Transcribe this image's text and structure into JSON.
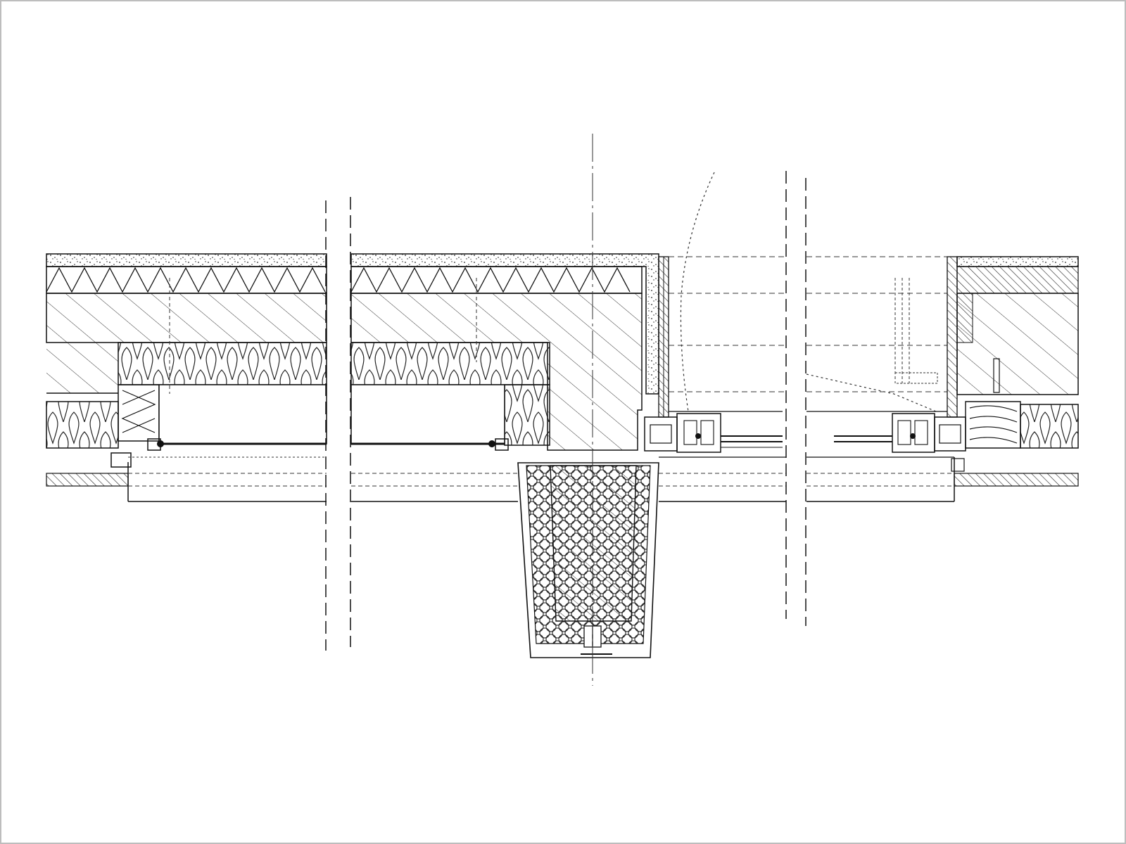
{
  "drawing": {
    "kind": "architectural construction detail, horizontal section",
    "labels": [],
    "line_color": "#1a1a1a",
    "background": "#ffffff",
    "frame_color": "#bdbdbd",
    "components": [
      "concrete-topping",
      "rigid-insulation-layer",
      "concrete-slab",
      "mineral-wool-insulation",
      "window-opening",
      "insulated-downstand-beam",
      "window-frame-profile",
      "glazing",
      "ceiling-finish",
      "break-lines",
      "center-line"
    ]
  }
}
